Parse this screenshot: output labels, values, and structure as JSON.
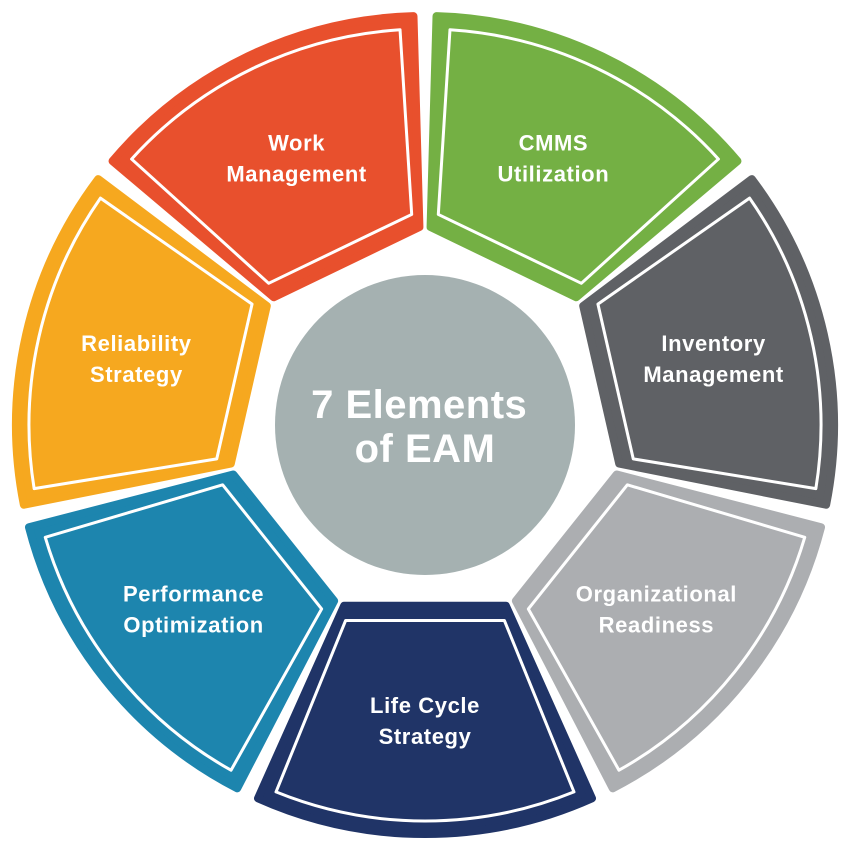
{
  "center": {
    "line1": "7 Elements",
    "line2": "of EAM",
    "color": "#a5b1b1"
  },
  "segments": [
    {
      "name": "work-management",
      "label_lines": [
        "Work",
        "Management"
      ],
      "color": "#e8502d"
    },
    {
      "name": "cmms-utilization",
      "label_lines": [
        "CMMS",
        "Utilization"
      ],
      "color": "#74b044"
    },
    {
      "name": "inventory-management",
      "label_lines": [
        "Inventory",
        "Management"
      ],
      "color": "#5f6165"
    },
    {
      "name": "organizational-readiness",
      "label_lines": [
        "Organizational",
        "Readiness"
      ],
      "color": "#acaeb1"
    },
    {
      "name": "life-cycle-strategy",
      "label_lines": [
        "Life Cycle",
        "Strategy"
      ],
      "color": "#203467"
    },
    {
      "name": "performance-optimization",
      "label_lines": [
        "Performance",
        "Optimization"
      ],
      "color": "#1d85ae"
    },
    {
      "name": "reliability-strategy",
      "label_lines": [
        "Reliability",
        "Strategy"
      ],
      "color": "#f6a81f"
    }
  ]
}
